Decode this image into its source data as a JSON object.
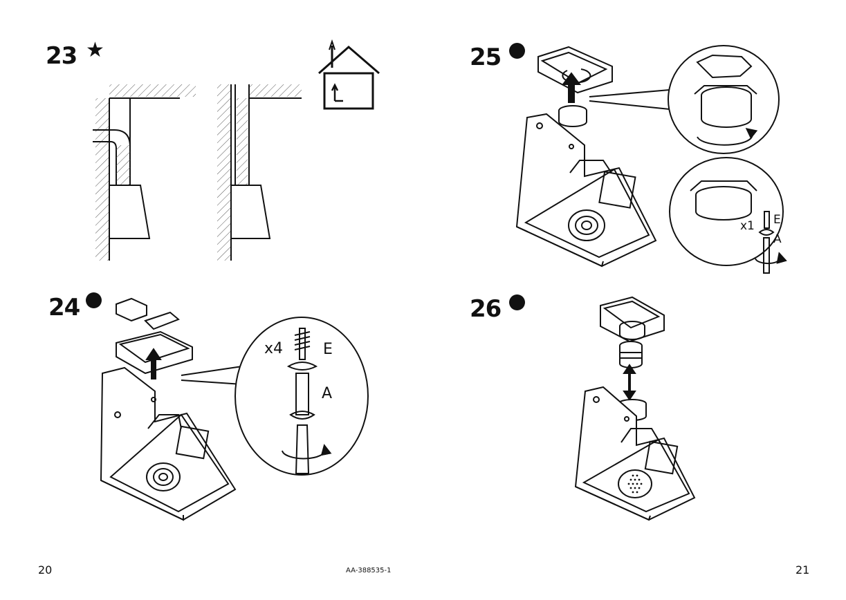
{
  "steps": [
    {
      "number": "23",
      "marker": "star-icon"
    },
    {
      "number": "24",
      "marker": "filled-circle"
    },
    {
      "number": "25",
      "marker": "filled-circle"
    },
    {
      "number": "26",
      "marker": "filled-circle"
    }
  ],
  "labels": {
    "step24_qty": "x4",
    "step24_part_e": "E",
    "step24_part_a": "A",
    "step25_qty": "x1",
    "step25_part_e": "E",
    "step25_part_a": "A"
  },
  "footer": {
    "left_page": "20",
    "doc_code": "AA-388535-1",
    "right_page": "21"
  }
}
